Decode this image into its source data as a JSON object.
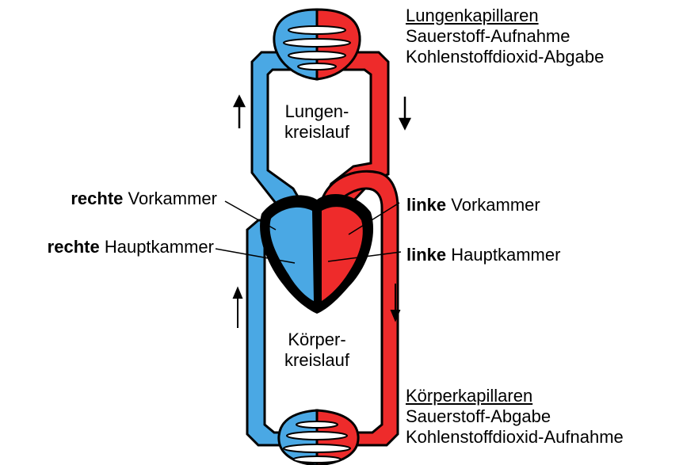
{
  "colors": {
    "oxygen_poor": "#4aa8e4",
    "oxygen_rich": "#ee2b2b",
    "outline": "#000000",
    "background": "#ffffff"
  },
  "icons": {
    "arrow_up": "arrow-up-icon",
    "arrow_down": "arrow-down-icon"
  },
  "lung_capillaries": {
    "title": "Lungenkapillaren",
    "line1": "Sauerstoff-Aufnahme",
    "line2": "Kohlenstoffdioxid-Abgabe"
  },
  "body_capillaries": {
    "title": "Körperkapillaren",
    "line1": "Sauerstoff-Abgabe",
    "line2": "Kohlenstoffdioxid-Aufnahme"
  },
  "pulmonary_circuit": {
    "line1": "Lungen-",
    "line2": "kreislauf"
  },
  "systemic_circuit": {
    "line1": "Körper-",
    "line2": "kreislauf"
  },
  "right_atrium": {
    "bold": "rechte",
    "rest": " Vorkammer"
  },
  "right_ventricle": {
    "bold": "rechte",
    "rest": " Hauptkammer"
  },
  "left_atrium": {
    "bold": "linke",
    "rest": " Vorkammer"
  },
  "left_ventricle": {
    "bold": "linke",
    "rest": " Hauptkammer"
  }
}
